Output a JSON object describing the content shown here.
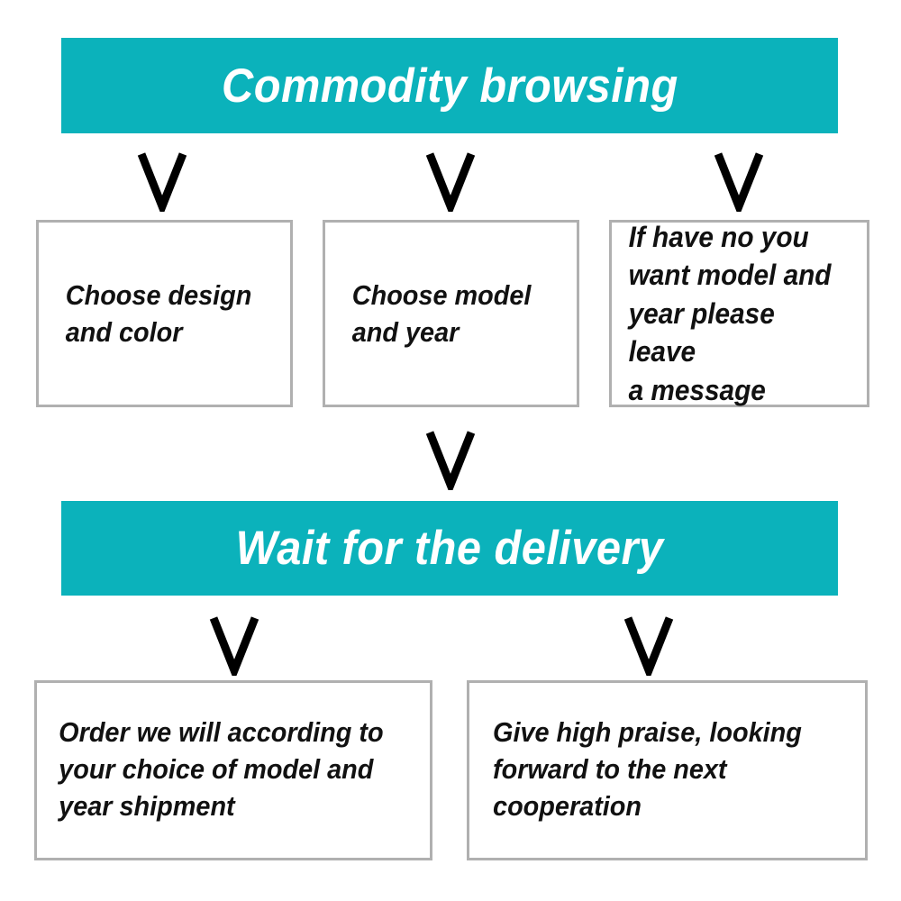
{
  "diagram": {
    "title": "Order process flowchart",
    "colors": {
      "banner_teal": "#0bb2bb",
      "banner_text": "#ffffff",
      "box_border": "#b0b0b0",
      "box_background": "#ffffff",
      "box_text": "#111111",
      "connector": "#000000"
    },
    "banners": [
      {
        "id": "commodity-browsing",
        "label": "Commodity browsing"
      },
      {
        "id": "wait-for-delivery",
        "label": "Wait for the delivery"
      }
    ],
    "boxes": [
      {
        "id": "design-color",
        "label": "Choose design\nand color"
      },
      {
        "id": "model-year",
        "label": "Choose model\nand year"
      },
      {
        "id": "leave-message",
        "label": "If have no you\nwant model and\nyear please leave\na message"
      },
      {
        "id": "order-shipment",
        "label": "Order we will according to\nyour choice of model and\nyear shipment"
      },
      {
        "id": "high-praise",
        "label": "Give high praise, looking\nforward to the next\ncooperation"
      }
    ],
    "connectors": [
      {
        "id": "to-design",
        "glyph": "chevron-down-icon"
      },
      {
        "id": "to-model",
        "glyph": "chevron-down-icon"
      },
      {
        "id": "to-message",
        "glyph": "chevron-down-icon"
      },
      {
        "id": "to-delivery",
        "glyph": "chevron-down-icon"
      },
      {
        "id": "to-order",
        "glyph": "chevron-down-icon"
      },
      {
        "id": "to-praise",
        "glyph": "chevron-down-icon"
      }
    ]
  }
}
